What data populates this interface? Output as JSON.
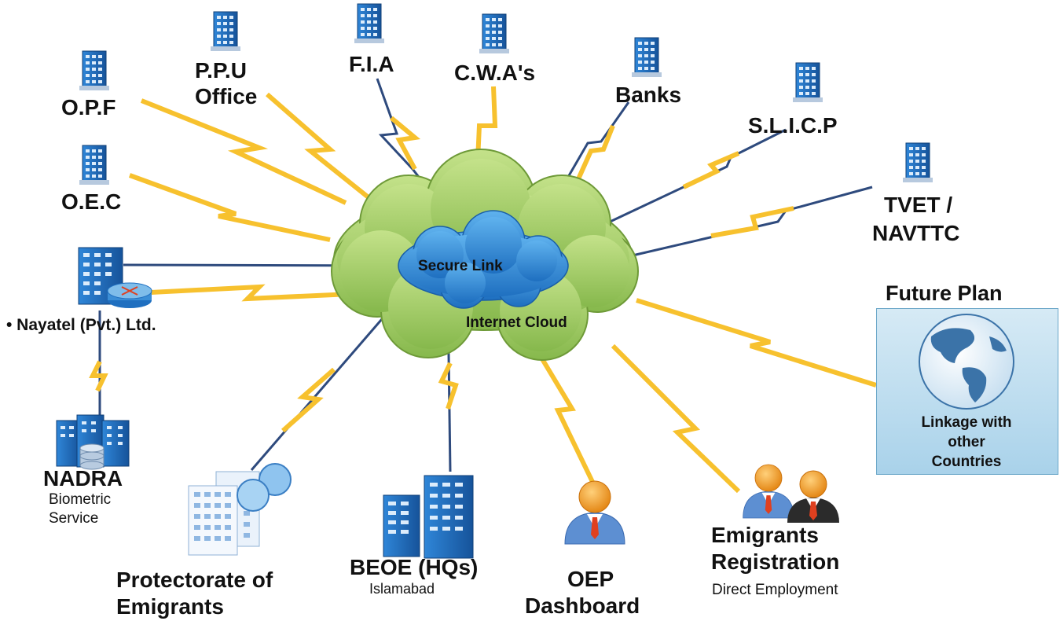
{
  "center": {
    "inner_label": "Secure Link",
    "outer_label": "Internet Cloud"
  },
  "nodes": {
    "opf": "O.P.F",
    "ppu_line1": "P.P.U",
    "ppu_line2": "Office",
    "fia": "F.I.A",
    "cwa": "C.W.A's",
    "banks": "Banks",
    "slicp": "S.L.I.C.P",
    "oec": "O.E.C",
    "tvet_line1": "TVET /",
    "tvet_line2": "NAVTTC",
    "nayatel": "• Nayatel (Pvt.) Ltd.",
    "nadra": "NADRA",
    "nadra_sub1": "Biometric",
    "nadra_sub2": "Service",
    "protectorate_line1": "Protectorate of",
    "protectorate_line2": "Emigrants",
    "beoe": "BEOE (HQs)",
    "beoe_sub": "Islamabad",
    "oep_line1": "OEP",
    "oep_line2": "Dashboard",
    "emig_line1": "Emigrants",
    "emig_line2": "Registration",
    "emig_sub": "Direct Employment"
  },
  "future": {
    "title": "Future Plan",
    "line1": "Linkage with",
    "line2": "other",
    "line3": "Countries"
  },
  "icons": {
    "building": "building-icon",
    "router": "router-icon",
    "database": "database-icon",
    "person": "person-icon",
    "globe": "globe-icon",
    "cloud": "cloud-icon"
  },
  "colors": {
    "wired_link": "#2e4a7d",
    "wireless_link": "#f7c12e",
    "cloud_outer": "#a8cf6a",
    "cloud_inner": "#3b8ed6",
    "building": "#1f6fc0",
    "person_head": "#f39a1e",
    "person_body": "#5d8fd2",
    "future_box": "#b5d9ee"
  }
}
